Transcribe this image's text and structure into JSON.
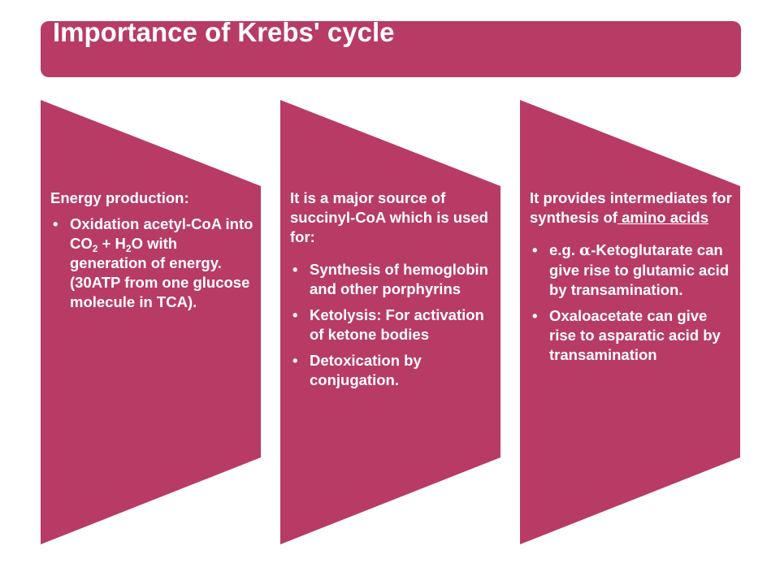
{
  "title": "Importance of Krebs' cycle",
  "colors": {
    "accent": "#b83b65",
    "text_on_accent": "#ffffff",
    "background": "#ffffff"
  },
  "columns": [
    {
      "heading": "Energy production:",
      "bullets": [
        {
          "p1": "Oxidation acetyl-CoA  into CO",
          "sub1": "2",
          "p2": " + H",
          "sub2": "2",
          "p3": "O with generation of energy. (30ATP from  one glucose molecule in TCA)."
        }
      ]
    },
    {
      "heading": "It is a major source of succinyl-CoA which is used for:",
      "bullets": [
        "Synthesis of hemoglobin and other porphyrins",
        "Ketolysis: For activation of ketone bodies",
        "Detoxication by conjugation."
      ]
    },
    {
      "heading_prefix": "It provides intermediates for synthesis of",
      "heading_link": " amino acids",
      "bullets": [
        {
          "prefix": "e.g. ",
          "symbol": "α",
          "rest": "-Ketoglutarate can give rise to glutamic acid by transamination."
        },
        "Oxaloacetate can give rise to asparatic acid by transamination"
      ]
    }
  ]
}
